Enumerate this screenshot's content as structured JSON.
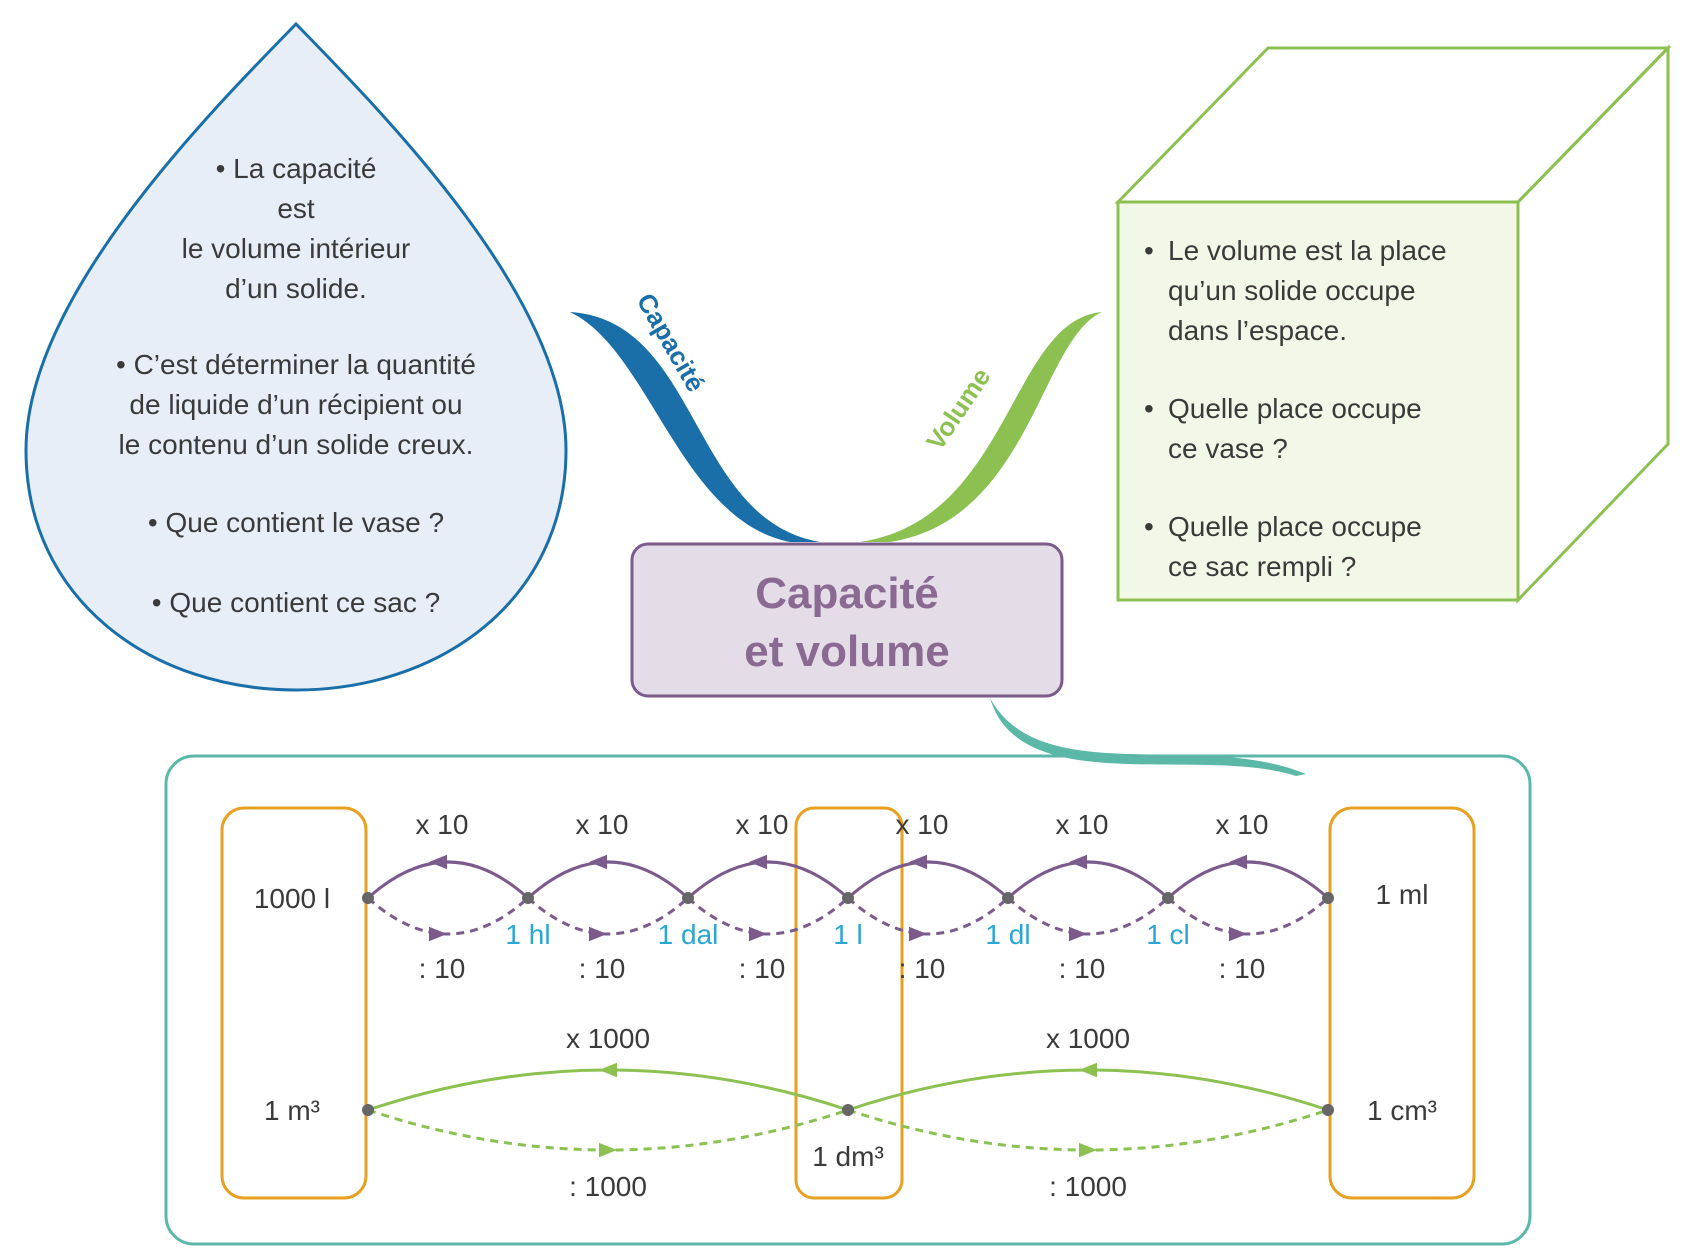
{
  "center": {
    "title_line1": "Capacité",
    "title_line2": "et volume"
  },
  "ribbons": {
    "capacity_label": "Capacité",
    "volume_label": "Volume"
  },
  "drop": {
    "bullet": "•",
    "lines": [
      "• La capacité",
      "est",
      "le volume intérieur",
      "d’un solide.",
      "• C’est déterminer la quantité",
      "de liquide d’un récipient ou",
      "le contenu d’un solide creux.",
      "• Que contient le vase ?",
      "• Que contient ce sac ?"
    ]
  },
  "cube": {
    "items": [
      {
        "bullet": "•",
        "lines": [
          "Le volume est la place",
          "qu’un solide occupe",
          "dans l’espace."
        ]
      },
      {
        "bullet": "•",
        "lines": [
          "Quelle place occupe",
          "ce vase ?"
        ]
      },
      {
        "bullet": "•",
        "lines": [
          "Quelle place occupe",
          "ce sac rempli ?"
        ]
      }
    ]
  },
  "conversions": {
    "capacity_units": [
      "1000 l",
      "1 hl",
      "1 dal",
      "1 l",
      "1 dl",
      "1 cl",
      "1 ml"
    ],
    "capacity_multiply": "x 10",
    "capacity_divide": ": 10",
    "volume_units": [
      "1 m³",
      "1 dm³",
      "1 cm³"
    ],
    "volume_multiply": "x 1000",
    "volume_divide": ": 1000"
  },
  "colors": {
    "blue": "#1a6fa8",
    "drop_fill": "#e8eef7",
    "green": "#8cc152",
    "purple": "#7b5a8c",
    "title_box_fill": "#e4dde8",
    "teal": "#5bb8a8",
    "orange": "#e8a020",
    "dot": "#666666",
    "cyan_unit": "#2aa6d4"
  }
}
